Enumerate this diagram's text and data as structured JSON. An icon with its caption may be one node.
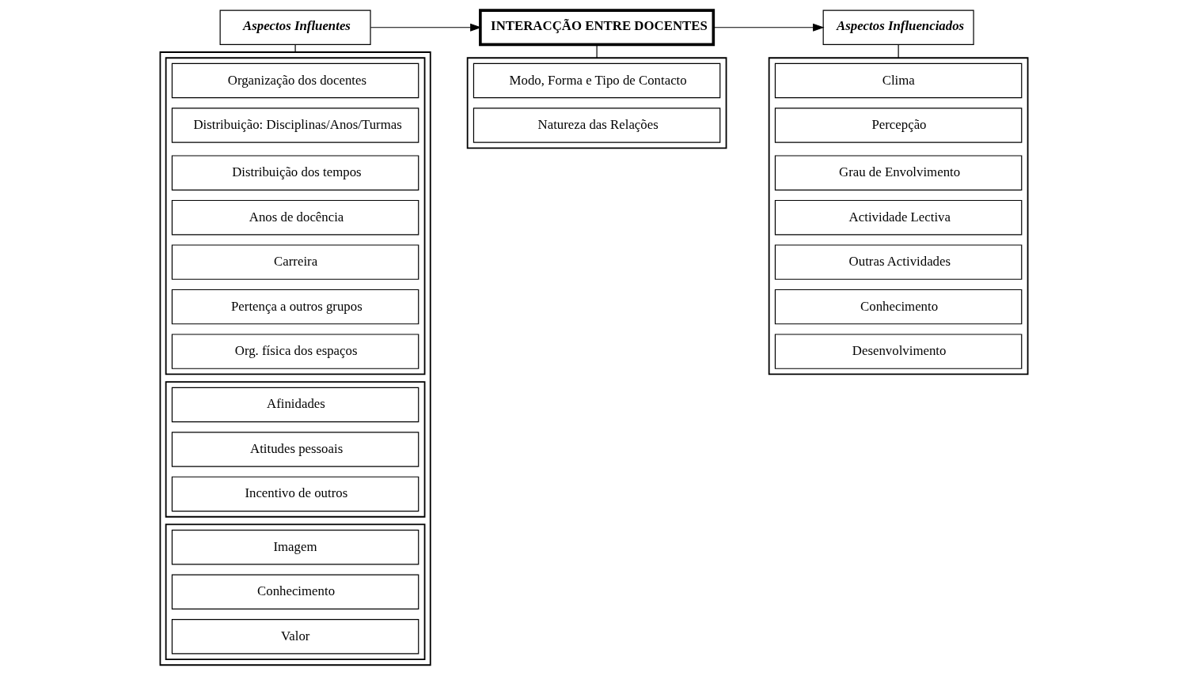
{
  "diagram": {
    "nodes": [
      {
        "text": [
          "Aspectos Influentes"
        ]
      },
      {
        "text": [
          "INTERACÇÃO ENTRE DOCENTES"
        ]
      },
      {
        "text": [
          "Aspectos Influenciados"
        ]
      },
      {
        "text": [],
        "shape": "box"
      },
      {
        "text": [],
        "shape": "box",
        "in": 3
      },
      {
        "text": [
          "Organização dos docentes"
        ],
        "in": 4
      },
      {
        "text": [
          "Distribuição: Disciplinas/Anos/Turmas"
        ],
        "in": 4
      },
      {
        "text": [
          "Distribuição dos tempos"
        ],
        "in": 4
      },
      {
        "text": [
          "Anos de docência"
        ],
        "in": 4
      },
      {
        "text": [
          "Carreira"
        ],
        "in": 4
      },
      {
        "text": [
          "Pertença a outros grupos"
        ],
        "in": 4
      },
      {
        "text": [
          "Org. física dos espaços"
        ],
        "in": 4
      },
      {
        "text": [],
        "shape": "box",
        "in": 3
      },
      {
        "text": [
          "Afinidades"
        ],
        "in": 12
      },
      {
        "text": [
          "Atitudes pessoais"
        ],
        "in": 12
      },
      {
        "text": [
          "Incentivo de outros"
        ],
        "in": 12
      },
      {
        "text": [],
        "shape": "box",
        "in": 3
      },
      {
        "text": [
          "Imagem"
        ],
        "in": 16
      },
      {
        "text": [
          "Conhecimento"
        ],
        "in": 16
      },
      {
        "text": [
          "Valor"
        ],
        "in": 16
      },
      {
        "text": [],
        "shape": "box"
      },
      {
        "text": [
          "Modo, Forma e Tipo de Contacto"
        ],
        "in": 20
      },
      {
        "text": [
          "Natureza das Relações"
        ],
        "in": 20
      },
      {
        "text": [],
        "shape": "box"
      },
      {
        "text": [
          "Clima"
        ],
        "in": 23
      },
      {
        "text": [
          "Percepção"
        ],
        "in": 23
      },
      {
        "text": [
          "Grau de Envolvimento"
        ],
        "in": 23
      },
      {
        "text": [
          "Actividade Lectiva"
        ],
        "in": 23
      },
      {
        "text": [
          "Outras Actividades"
        ],
        "in": 23
      },
      {
        "text": [
          "Conhecimento"
        ],
        "in": 23
      },
      {
        "text": [
          "Desenvolvimento"
        ],
        "in": 23
      }
    ],
    "edges": [
      {
        "from": 0,
        "to": 1,
        "arrow": "to"
      },
      {
        "from": 1,
        "to": 2,
        "arrow": "to"
      },
      {
        "from": 0,
        "to": 3,
        "arrow": "none"
      },
      {
        "from": 1,
        "to": 20,
        "arrow": "none"
      },
      {
        "from": 2,
        "to": 23,
        "arrow": "none"
      }
    ]
  }
}
